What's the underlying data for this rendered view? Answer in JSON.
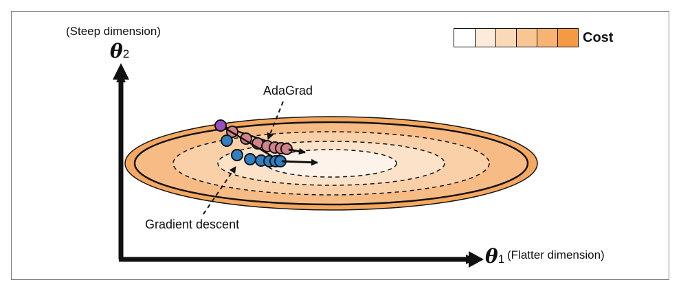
{
  "labels": {
    "steep_dimension": "(Steep dimension)",
    "theta_symbol": "θ",
    "theta2_subscript": "2",
    "theta1_subscript": "1",
    "flatter_dimension": "(Flatter dimension)",
    "adagrad": "AdaGrad",
    "gradient_descent": "Gradient descent"
  },
  "legend": {
    "label": "Cost",
    "swatches": [
      "#ffffff",
      "#fdebd9",
      "#fbd9b8",
      "#f8c593",
      "#f6b374",
      "#f49a43"
    ]
  },
  "colors": {
    "cost_levels": [
      "#fdf3ea",
      "#fbe2c8",
      "#f9d0a8",
      "#f7bc85",
      "#f5a85f"
    ],
    "gradient_descent_points": "#2f7fc1",
    "adagrad_points": "#d28289",
    "start_point": "#9a4fc1"
  }
}
